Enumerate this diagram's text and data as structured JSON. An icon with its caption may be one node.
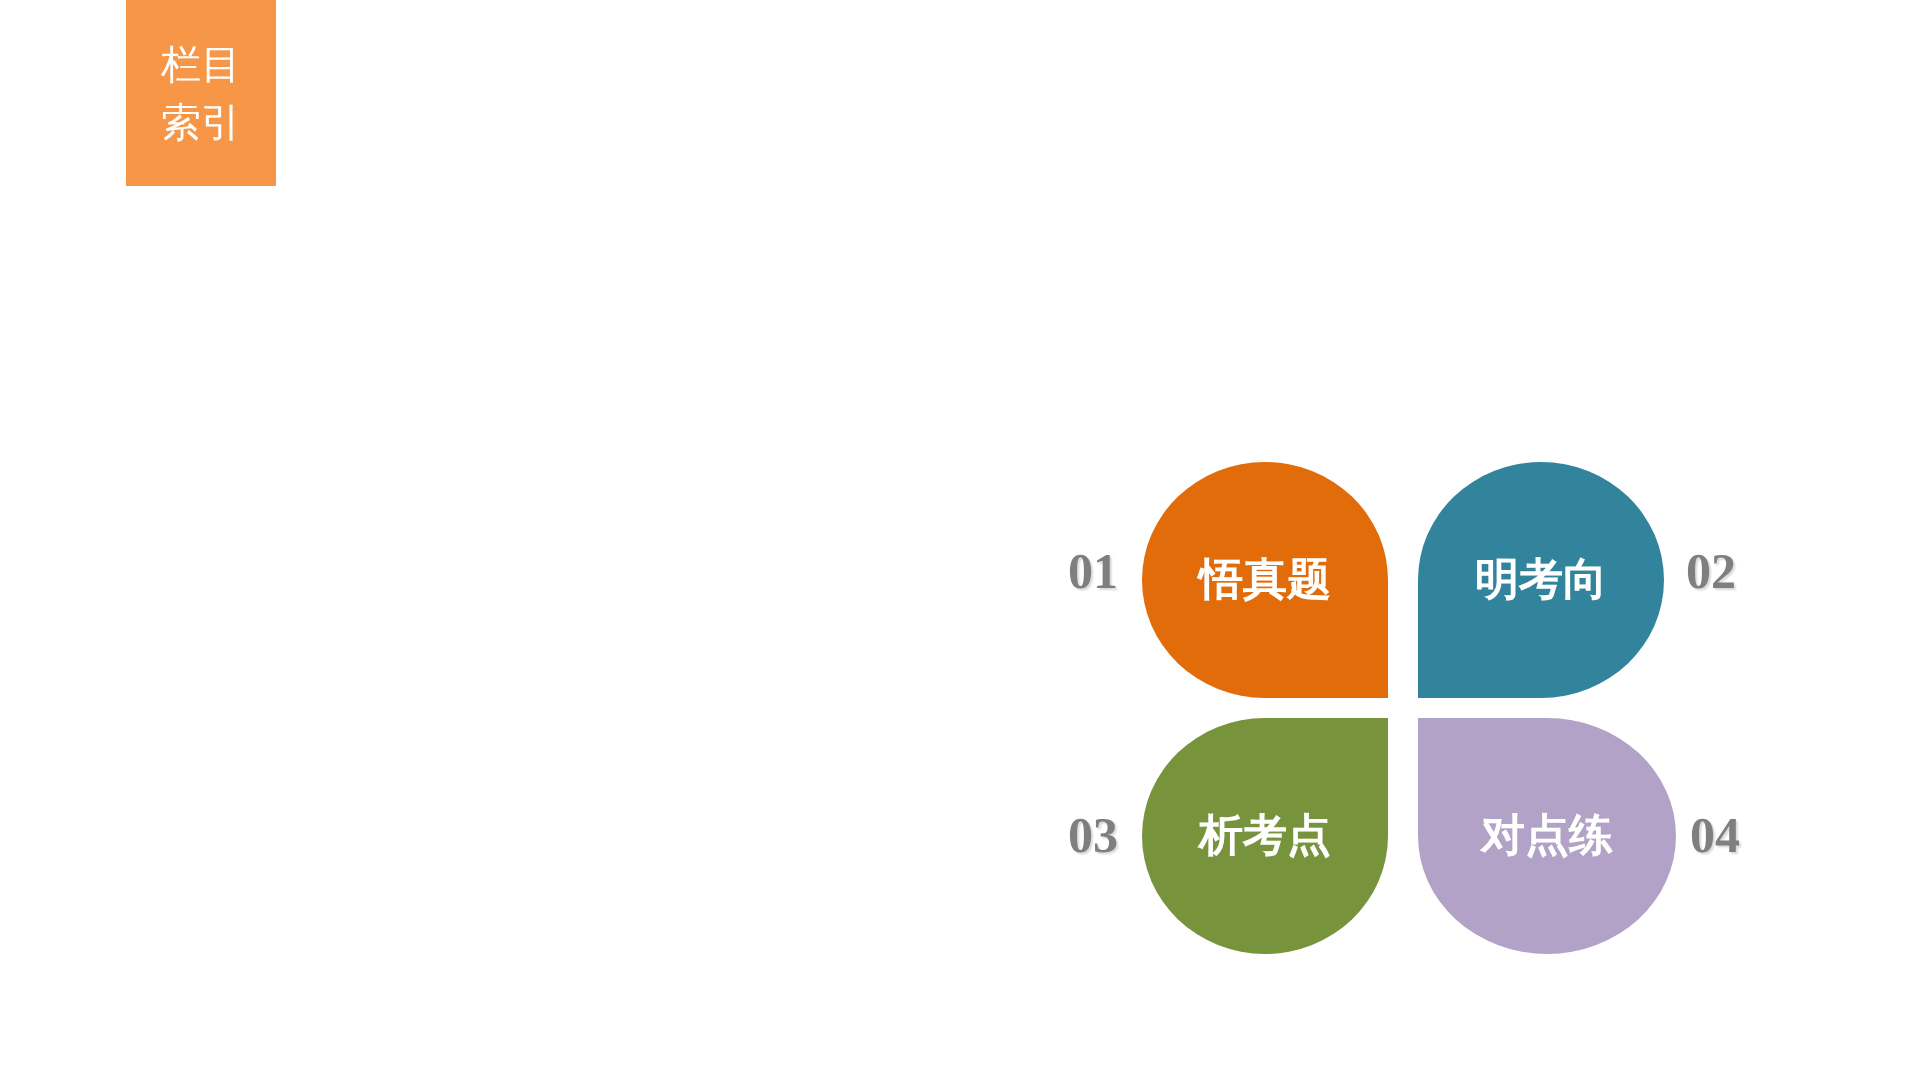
{
  "diagram": {
    "nodes": [
      {
        "text": [
          "栏目索引"
        ]
      },
      {
        "text": [
          "悟真题"
        ],
        "beside": [
          "01"
        ]
      },
      {
        "text": [
          "明考向"
        ],
        "beside": [
          "02"
        ]
      },
      {
        "text": [
          "析考点"
        ],
        "beside": [
          "03"
        ]
      },
      {
        "text": [
          "对点练"
        ],
        "beside": [
          "04"
        ]
      }
    ]
  }
}
